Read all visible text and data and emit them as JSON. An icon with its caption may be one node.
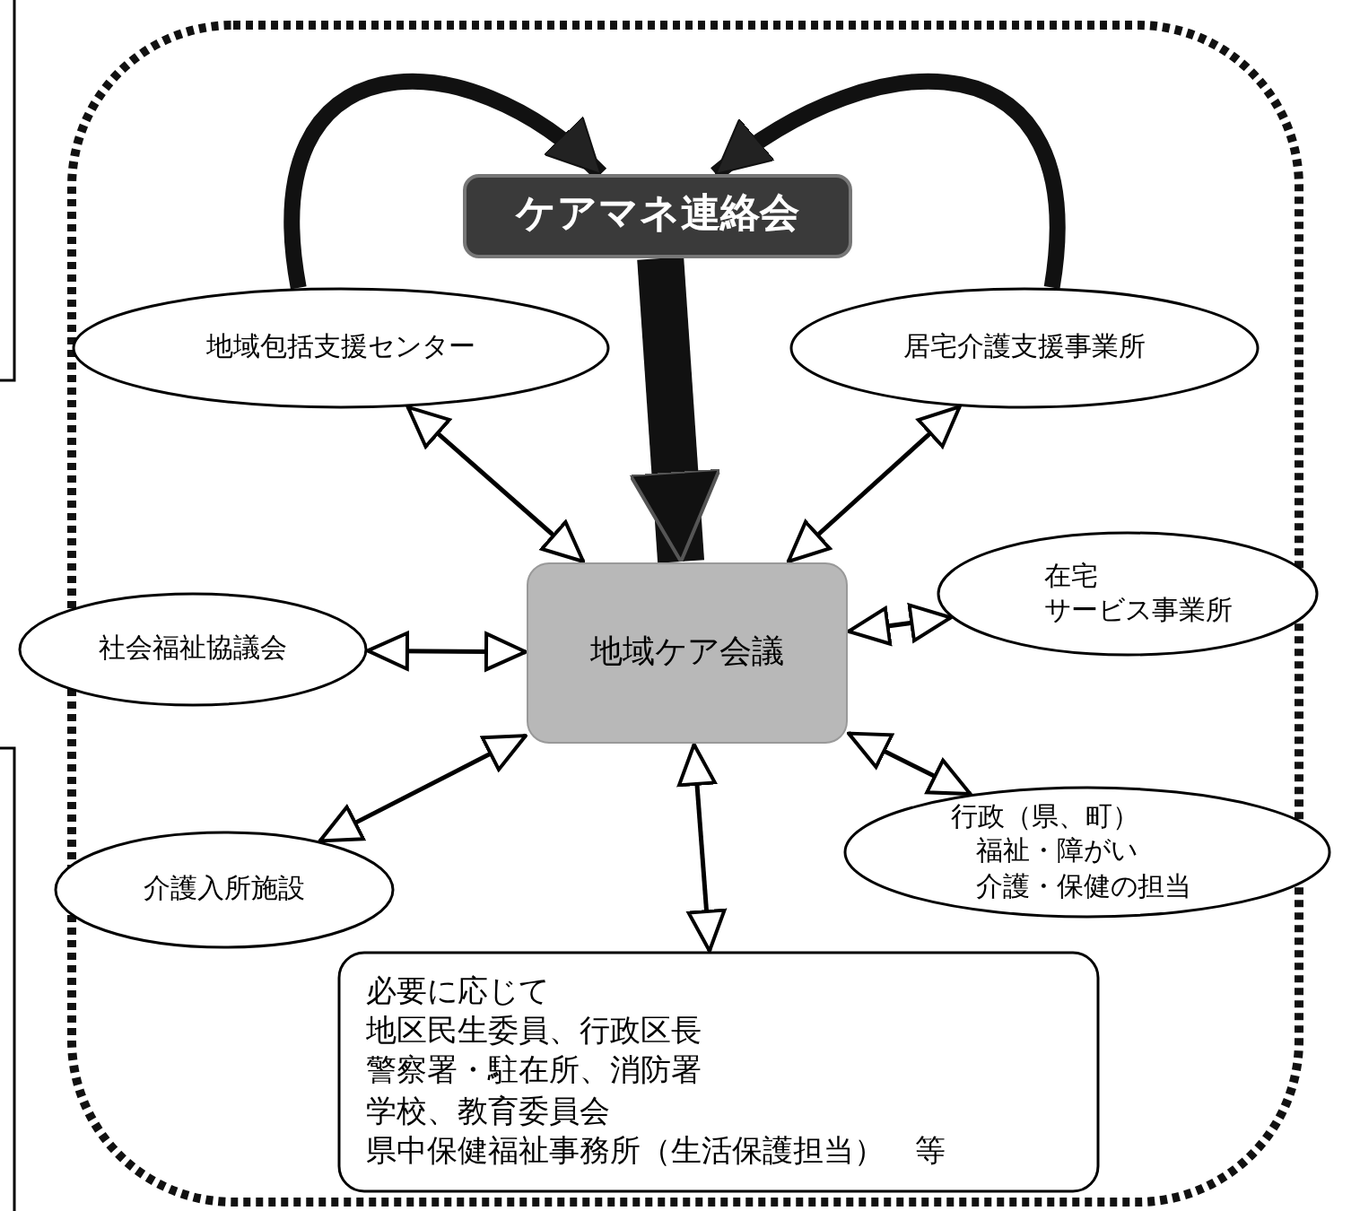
{
  "diagram": {
    "nodes": [
      {
        "text": [
          "ケアマネ連絡会"
        ]
      },
      {
        "text": [
          "地域包括支援センター"
        ]
      },
      {
        "text": [
          "居宅介護支援事業所"
        ]
      },
      {
        "text": [
          "社会福祉協議会"
        ]
      },
      {
        "text": [
          "地域ケア会議"
        ]
      },
      {
        "text": [
          "在宅",
          "サービス事業所"
        ]
      },
      {
        "text": [
          "介護入所施設"
        ]
      },
      {
        "text": [
          "行政（県、町）",
          "福祉・障がい",
          "介護・保健の担当"
        ]
      },
      {
        "text": [
          "必要に応じて",
          "地区民生委員、行政区長",
          "警察署・駐在所、消防署",
          "学校、教育委員会",
          "県中保健福祉事務所（生活保護担当）　等"
        ]
      }
    ],
    "edges": [
      {
        "from": 1,
        "to": 0,
        "arrow": "to",
        "style": "thick"
      },
      {
        "from": 2,
        "to": 0,
        "arrow": "to",
        "style": "thick"
      },
      {
        "from": 0,
        "to": 4,
        "arrow": "to",
        "style": "thick"
      },
      {
        "from": 1,
        "to": 4,
        "arrow": "both"
      },
      {
        "from": 2,
        "to": 4,
        "arrow": "both"
      },
      {
        "from": 3,
        "to": 4,
        "arrow": "both"
      },
      {
        "from": 5,
        "to": 4,
        "arrow": "both"
      },
      {
        "from": 6,
        "to": 4,
        "arrow": "both"
      },
      {
        "from": 7,
        "to": 4,
        "arrow": "both"
      },
      {
        "from": 8,
        "to": 4,
        "arrow": "both"
      }
    ]
  }
}
